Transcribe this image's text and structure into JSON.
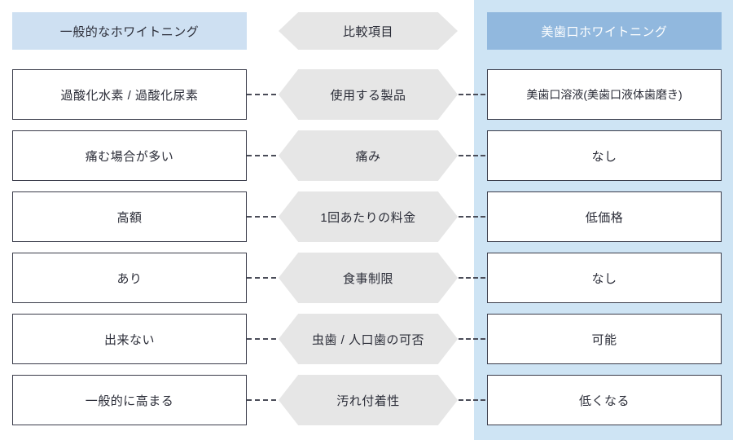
{
  "meta": {
    "title": "ホワイトニング比較表"
  },
  "colors": {
    "left_header_bg": "#cee0f2",
    "mid_header_bg": "#e6e6e6",
    "right_header_bg": "#91b8de",
    "right_panel_bg": "#cee4f4",
    "cell_border": "#3a3c4a",
    "text": "#2b2d38",
    "right_header_text": "#ffffff",
    "connector": "#4a4c58"
  },
  "header": {
    "left": "一般的なホワイトニング",
    "middle": "比較項目",
    "right": "美歯口ホワイトニング"
  },
  "rows": [
    {
      "left": "過酸化水素  /  過酸化尿素",
      "middle": "使用する製品",
      "right": "美歯口溶液(美歯口液体歯磨き)",
      "right_tight": true
    },
    {
      "left": "痛む場合が多い",
      "middle": "痛み",
      "right": "なし",
      "right_tight": false
    },
    {
      "left": "高額",
      "middle": "1回あたりの料金",
      "right": "低価格",
      "right_tight": false
    },
    {
      "left": "あり",
      "middle": "食事制限",
      "right": "なし",
      "right_tight": false
    },
    {
      "left": "出来ない",
      "middle": "虫歯  /  人口歯の可否",
      "right": "可能",
      "right_tight": false
    },
    {
      "left": "一般的に高まる",
      "middle": "汚れ付着性",
      "right": "低くなる",
      "right_tight": false
    }
  ]
}
